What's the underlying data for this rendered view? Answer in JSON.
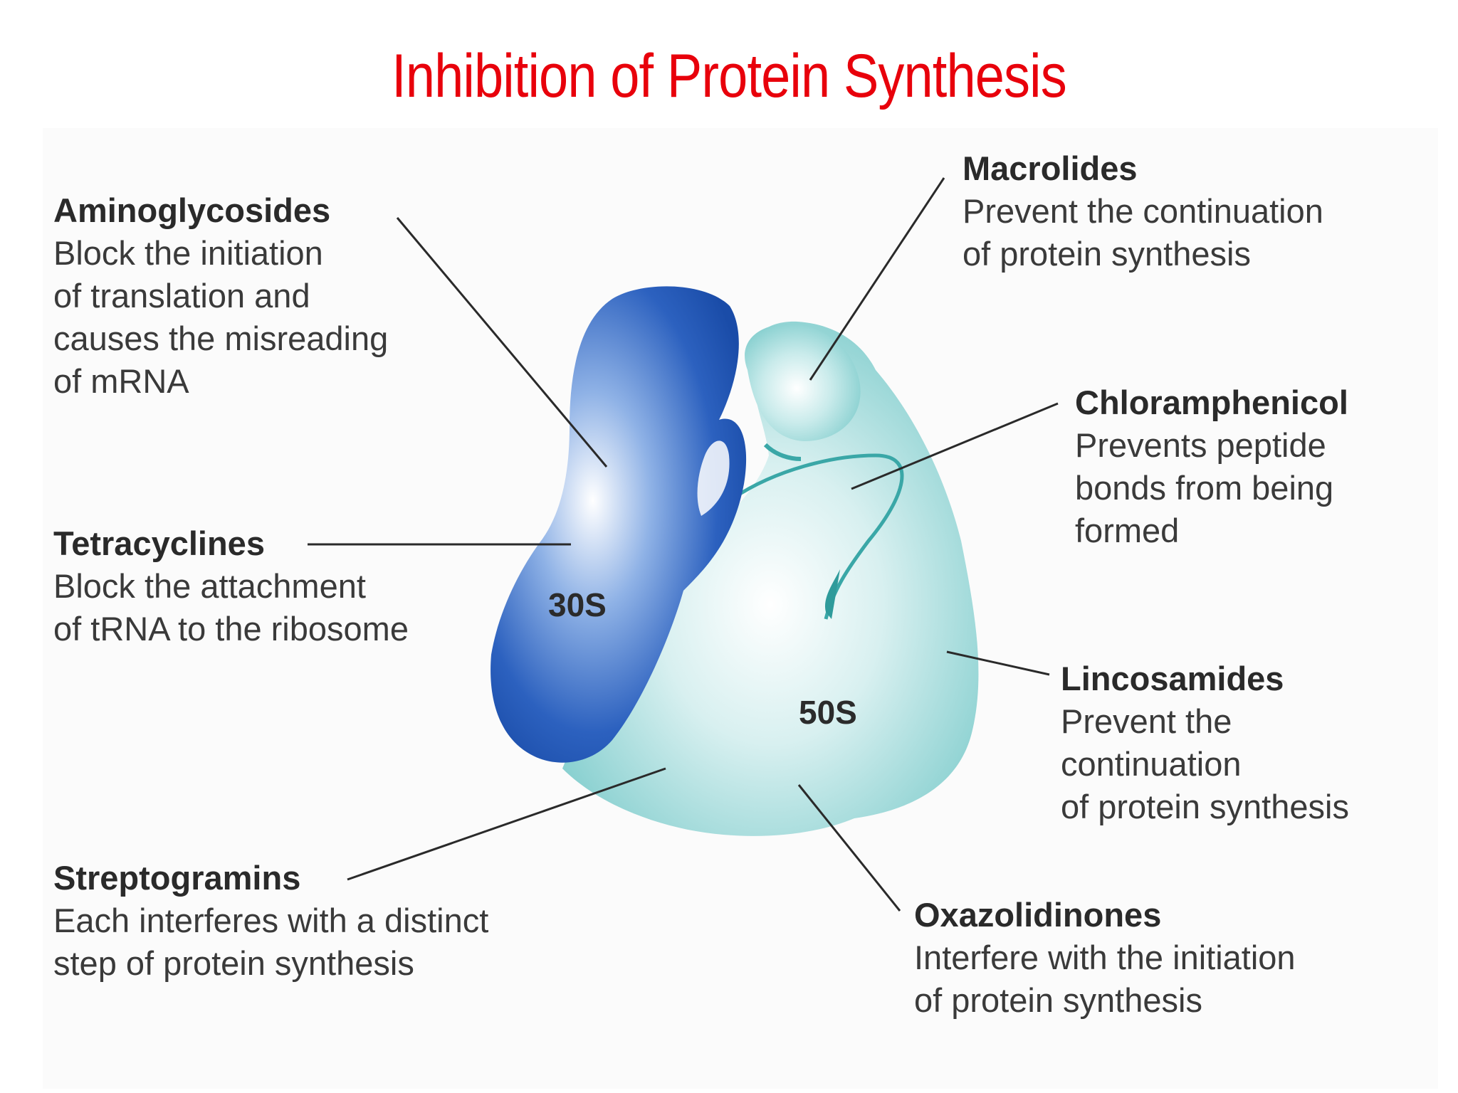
{
  "title": "Inhibition of Protein Synthesis",
  "subunits": {
    "small": "30S",
    "large": "50S"
  },
  "callouts": {
    "aminoglycosides": {
      "name": "Aminoglycosides",
      "lines": [
        "Block the initiation",
        "of translation and",
        "causes the misreading",
        "of mRNA"
      ]
    },
    "tetracyclines": {
      "name": "Tetracyclines",
      "lines": [
        "Block the attachment",
        "of tRNA to the ribosome"
      ]
    },
    "streptogramins": {
      "name": "Streptogramins",
      "lines": [
        "Each interferes with a distinct",
        "step of protein synthesis"
      ]
    },
    "macrolides": {
      "name": "Macrolides",
      "lines": [
        "Prevent the continuation",
        "of protein synthesis"
      ]
    },
    "chloramphenicol": {
      "name": "Chloramphenicol",
      "lines": [
        "Prevents peptide",
        "bonds from being",
        "formed"
      ]
    },
    "lincosamides": {
      "name": "Lincosamides",
      "lines": [
        "Prevent the",
        "continuation",
        "of protein synthesis"
      ]
    },
    "oxazolidinones": {
      "name": "Oxazolidinones",
      "lines": [
        "Interfere with the initiation",
        "of protein synthesis"
      ]
    }
  },
  "colors": {
    "title": "#e8000b",
    "small_subunit": "#1f55b5",
    "large_subunit": "#8fd3d3",
    "text": "#3a3a3a"
  }
}
